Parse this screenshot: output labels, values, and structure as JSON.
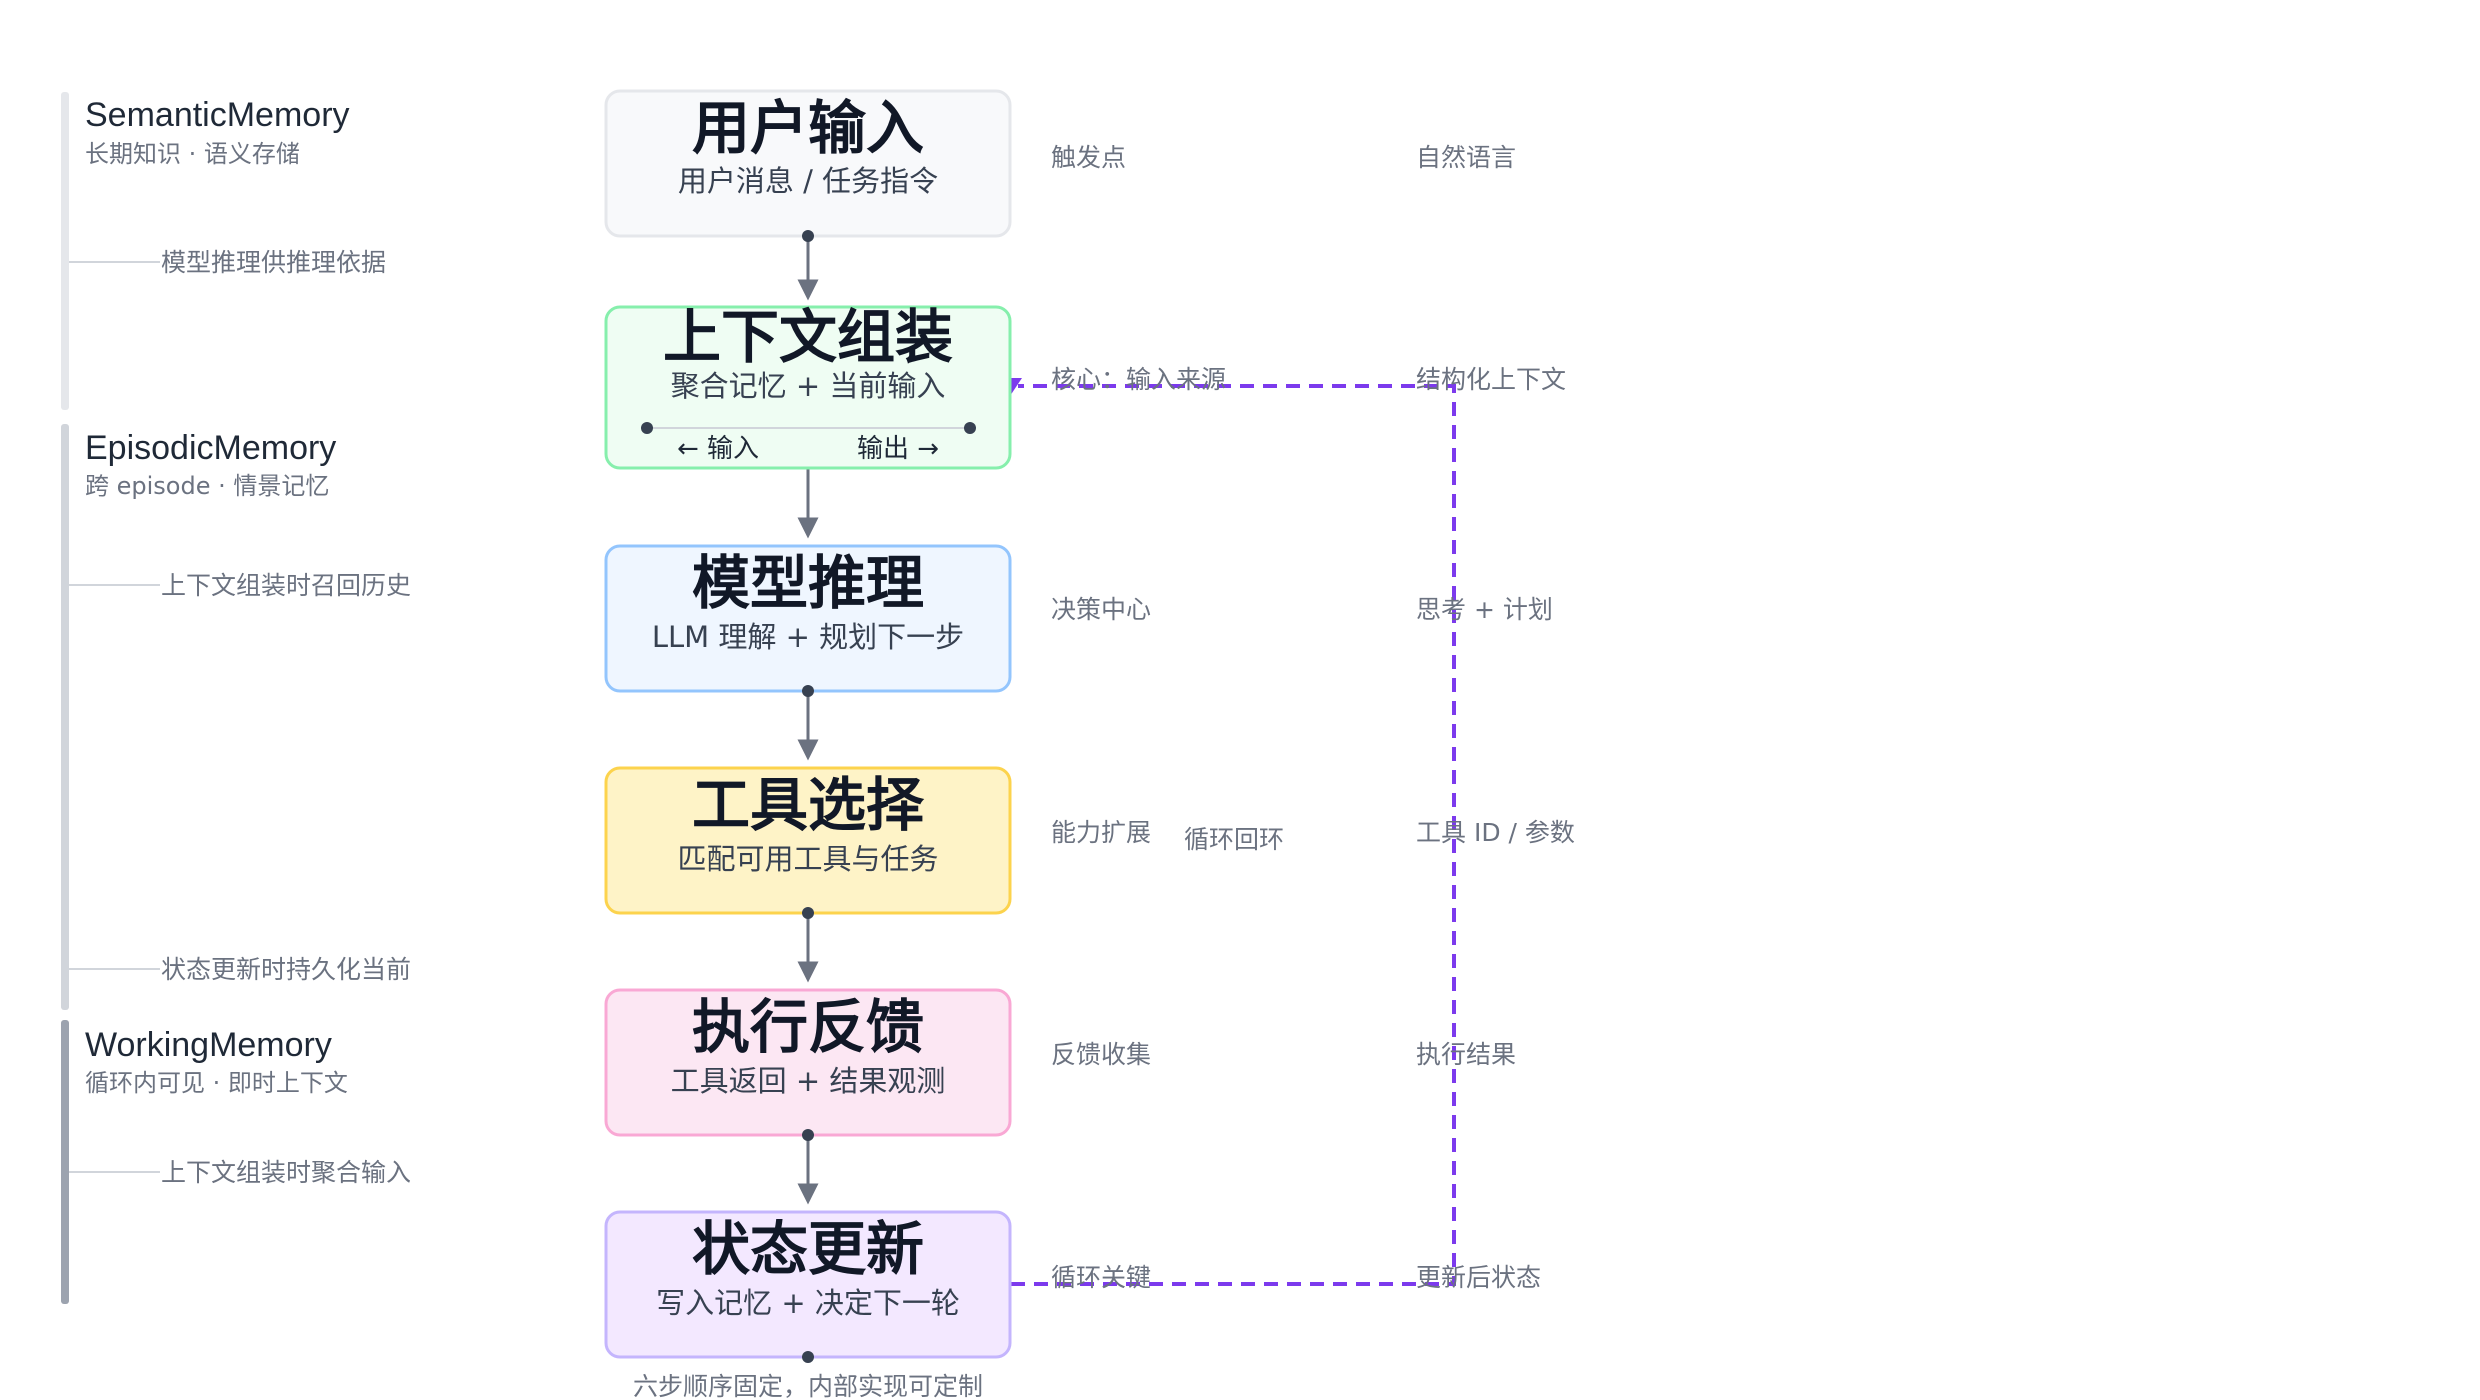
{
  "steps": [
    {
      "title": "用户输入",
      "subtitle": "用户消息 / 任务指令",
      "role": "触发点",
      "output": "自然语言",
      "fill": "#f8f9fb",
      "stroke": "#e5e7eb"
    },
    {
      "title": "上下文组装",
      "subtitle": "聚合记忆 + 当前输入",
      "role": "核心：输入来源",
      "output": "结构化上下文",
      "fill": "#effdf3",
      "stroke": "#86efac",
      "io": {
        "input": "← 输入",
        "output": "输出 →"
      }
    },
    {
      "title": "模型推理",
      "subtitle": "LLM 理解 + 规划下一步",
      "role": "决策中心",
      "output": "思考 + 计划",
      "fill": "#eff6ff",
      "stroke": "#93c5fd"
    },
    {
      "title": "工具选择",
      "subtitle": "匹配可用工具与任务",
      "role": "能力扩展",
      "output": "工具 ID / 参数",
      "fill": "#fef3c7",
      "stroke": "#fcd34d"
    },
    {
      "title": "执行反馈",
      "subtitle": "工具返回 + 结果观测",
      "role": "反馈收集",
      "output": "执行结果",
      "fill": "#fce7f3",
      "stroke": "#f9a8d4"
    },
    {
      "title": "状态更新",
      "subtitle": "写入记忆 + 决定下一轮",
      "role": "循环关键",
      "output": "更新后状态",
      "fill": "#f3e8ff",
      "stroke": "#c4b5fd"
    }
  ],
  "loop": {
    "label": "循环回环",
    "color": "#7c3aed"
  },
  "footer_note": "六步顺序固定，内部实现可定制",
  "memories": [
    {
      "name": "SemanticMemory",
      "description": "长期知识 · 语义存储",
      "connection": "模型推理供推理依据",
      "bar_color": "#e5e7eb"
    },
    {
      "name": "EpisodicMemory",
      "description": "跨 episode · 情景记忆",
      "connection": "上下文组装时召回历史",
      "connection_2": "状态更新时持久化当前",
      "bar_color": "#d1d5db"
    },
    {
      "name": "WorkingMemory",
      "description": "循环内可见 · 即时上下文",
      "connection": "上下文组装时聚合输入",
      "bar_color": "#9ca3af"
    }
  ],
  "colors": {
    "arrow": "#6b7280",
    "dot": "#374151"
  }
}
